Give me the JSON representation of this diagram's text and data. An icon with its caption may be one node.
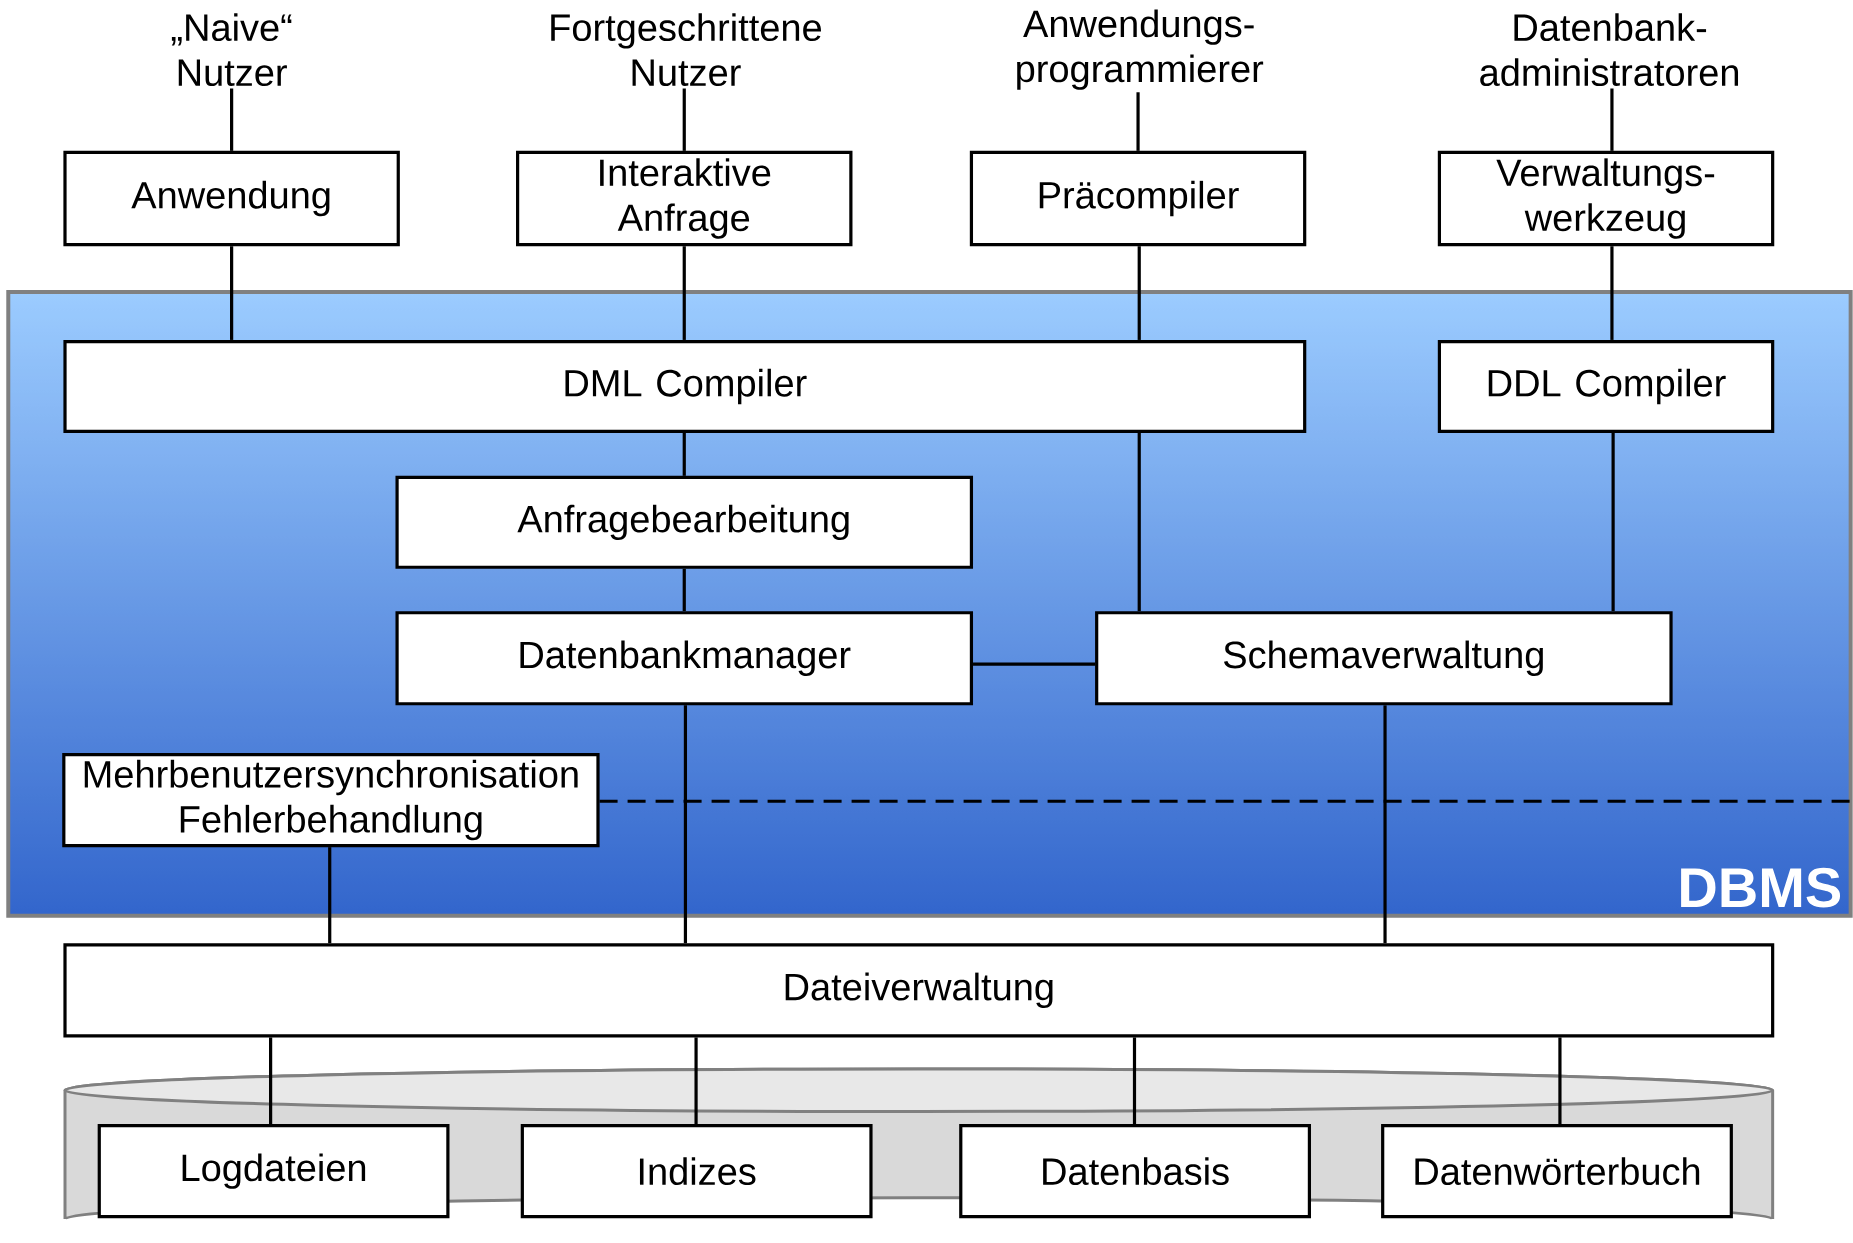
{
  "diagram": {
    "nodes": [
      {
        "text": [
          "„Naive“ Nutzer"
        ]
      },
      {
        "text": [
          "Fortgeschrittene Nutzer"
        ]
      },
      {
        "text": [
          "Anwendungs-programmierer"
        ]
      },
      {
        "text": [
          "Datenbank-administratoren"
        ]
      },
      {
        "text": [
          "Anwendung"
        ]
      },
      {
        "text": [
          "Interaktive Anfrage"
        ]
      },
      {
        "text": [
          "Präcompiler"
        ]
      },
      {
        "text": [
          "Verwaltungs-werkzeug"
        ]
      },
      {
        "text": [
          "DBMS"
        ]
      },
      {
        "text": [
          "DML Compiler"
        ],
        "in": 8
      },
      {
        "text": [
          "DDL Compiler"
        ],
        "in": 8
      },
      {
        "text": [
          "Anfragebearbeitung"
        ],
        "in": 8
      },
      {
        "text": [
          "Datenbankmanager"
        ],
        "in": 8
      },
      {
        "text": [
          "Schemaverwaltung"
        ],
        "in": 8
      },
      {
        "text": [
          "Mehrbenutzersynchronisation Fehlerbehandlung"
        ],
        "in": 8
      },
      {
        "text": [
          "Dateiverwaltung"
        ]
      },
      {
        "text": [],
        "shape": "cylinder"
      },
      {
        "text": [
          "Logdateien"
        ],
        "in": 16
      },
      {
        "text": [
          "Indizes"
        ],
        "in": 16
      },
      {
        "text": [
          "Datenbasis"
        ],
        "in": 16
      },
      {
        "text": [
          "Datenwörterbuch"
        ],
        "in": 16
      }
    ],
    "edges": [
      {
        "from": 0,
        "to": 4,
        "arrow": "none"
      },
      {
        "from": 1,
        "to": 5,
        "arrow": "none"
      },
      {
        "from": 2,
        "to": 6,
        "arrow": "none"
      },
      {
        "from": 3,
        "to": 7,
        "arrow": "none"
      },
      {
        "from": 4,
        "to": 9,
        "arrow": "none"
      },
      {
        "from": 5,
        "to": 9,
        "arrow": "none"
      },
      {
        "from": 6,
        "to": 9,
        "arrow": "none"
      },
      {
        "from": 7,
        "to": 10,
        "arrow": "none"
      },
      {
        "from": 9,
        "to": 11,
        "arrow": "none"
      },
      {
        "from": 11,
        "to": 12,
        "arrow": "none"
      },
      {
        "from": 12,
        "to": 13,
        "arrow": "none"
      },
      {
        "from": 9,
        "to": 13,
        "arrow": "none"
      },
      {
        "from": 10,
        "to": 13,
        "arrow": "none"
      },
      {
        "from": 14,
        "to": null,
        "arrow": "none",
        "style": "dashed"
      },
      {
        "from": 14,
        "to": 15,
        "arrow": "none"
      },
      {
        "from": 12,
        "to": 15,
        "arrow": "none"
      },
      {
        "from": 13,
        "to": 15,
        "arrow": "none"
      },
      {
        "from": 15,
        "to": 17,
        "arrow": "none"
      },
      {
        "from": 15,
        "to": 18,
        "arrow": "none"
      },
      {
        "from": 15,
        "to": 19,
        "arrow": "none"
      },
      {
        "from": 15,
        "to": 20,
        "arrow": "none"
      }
    ]
  }
}
